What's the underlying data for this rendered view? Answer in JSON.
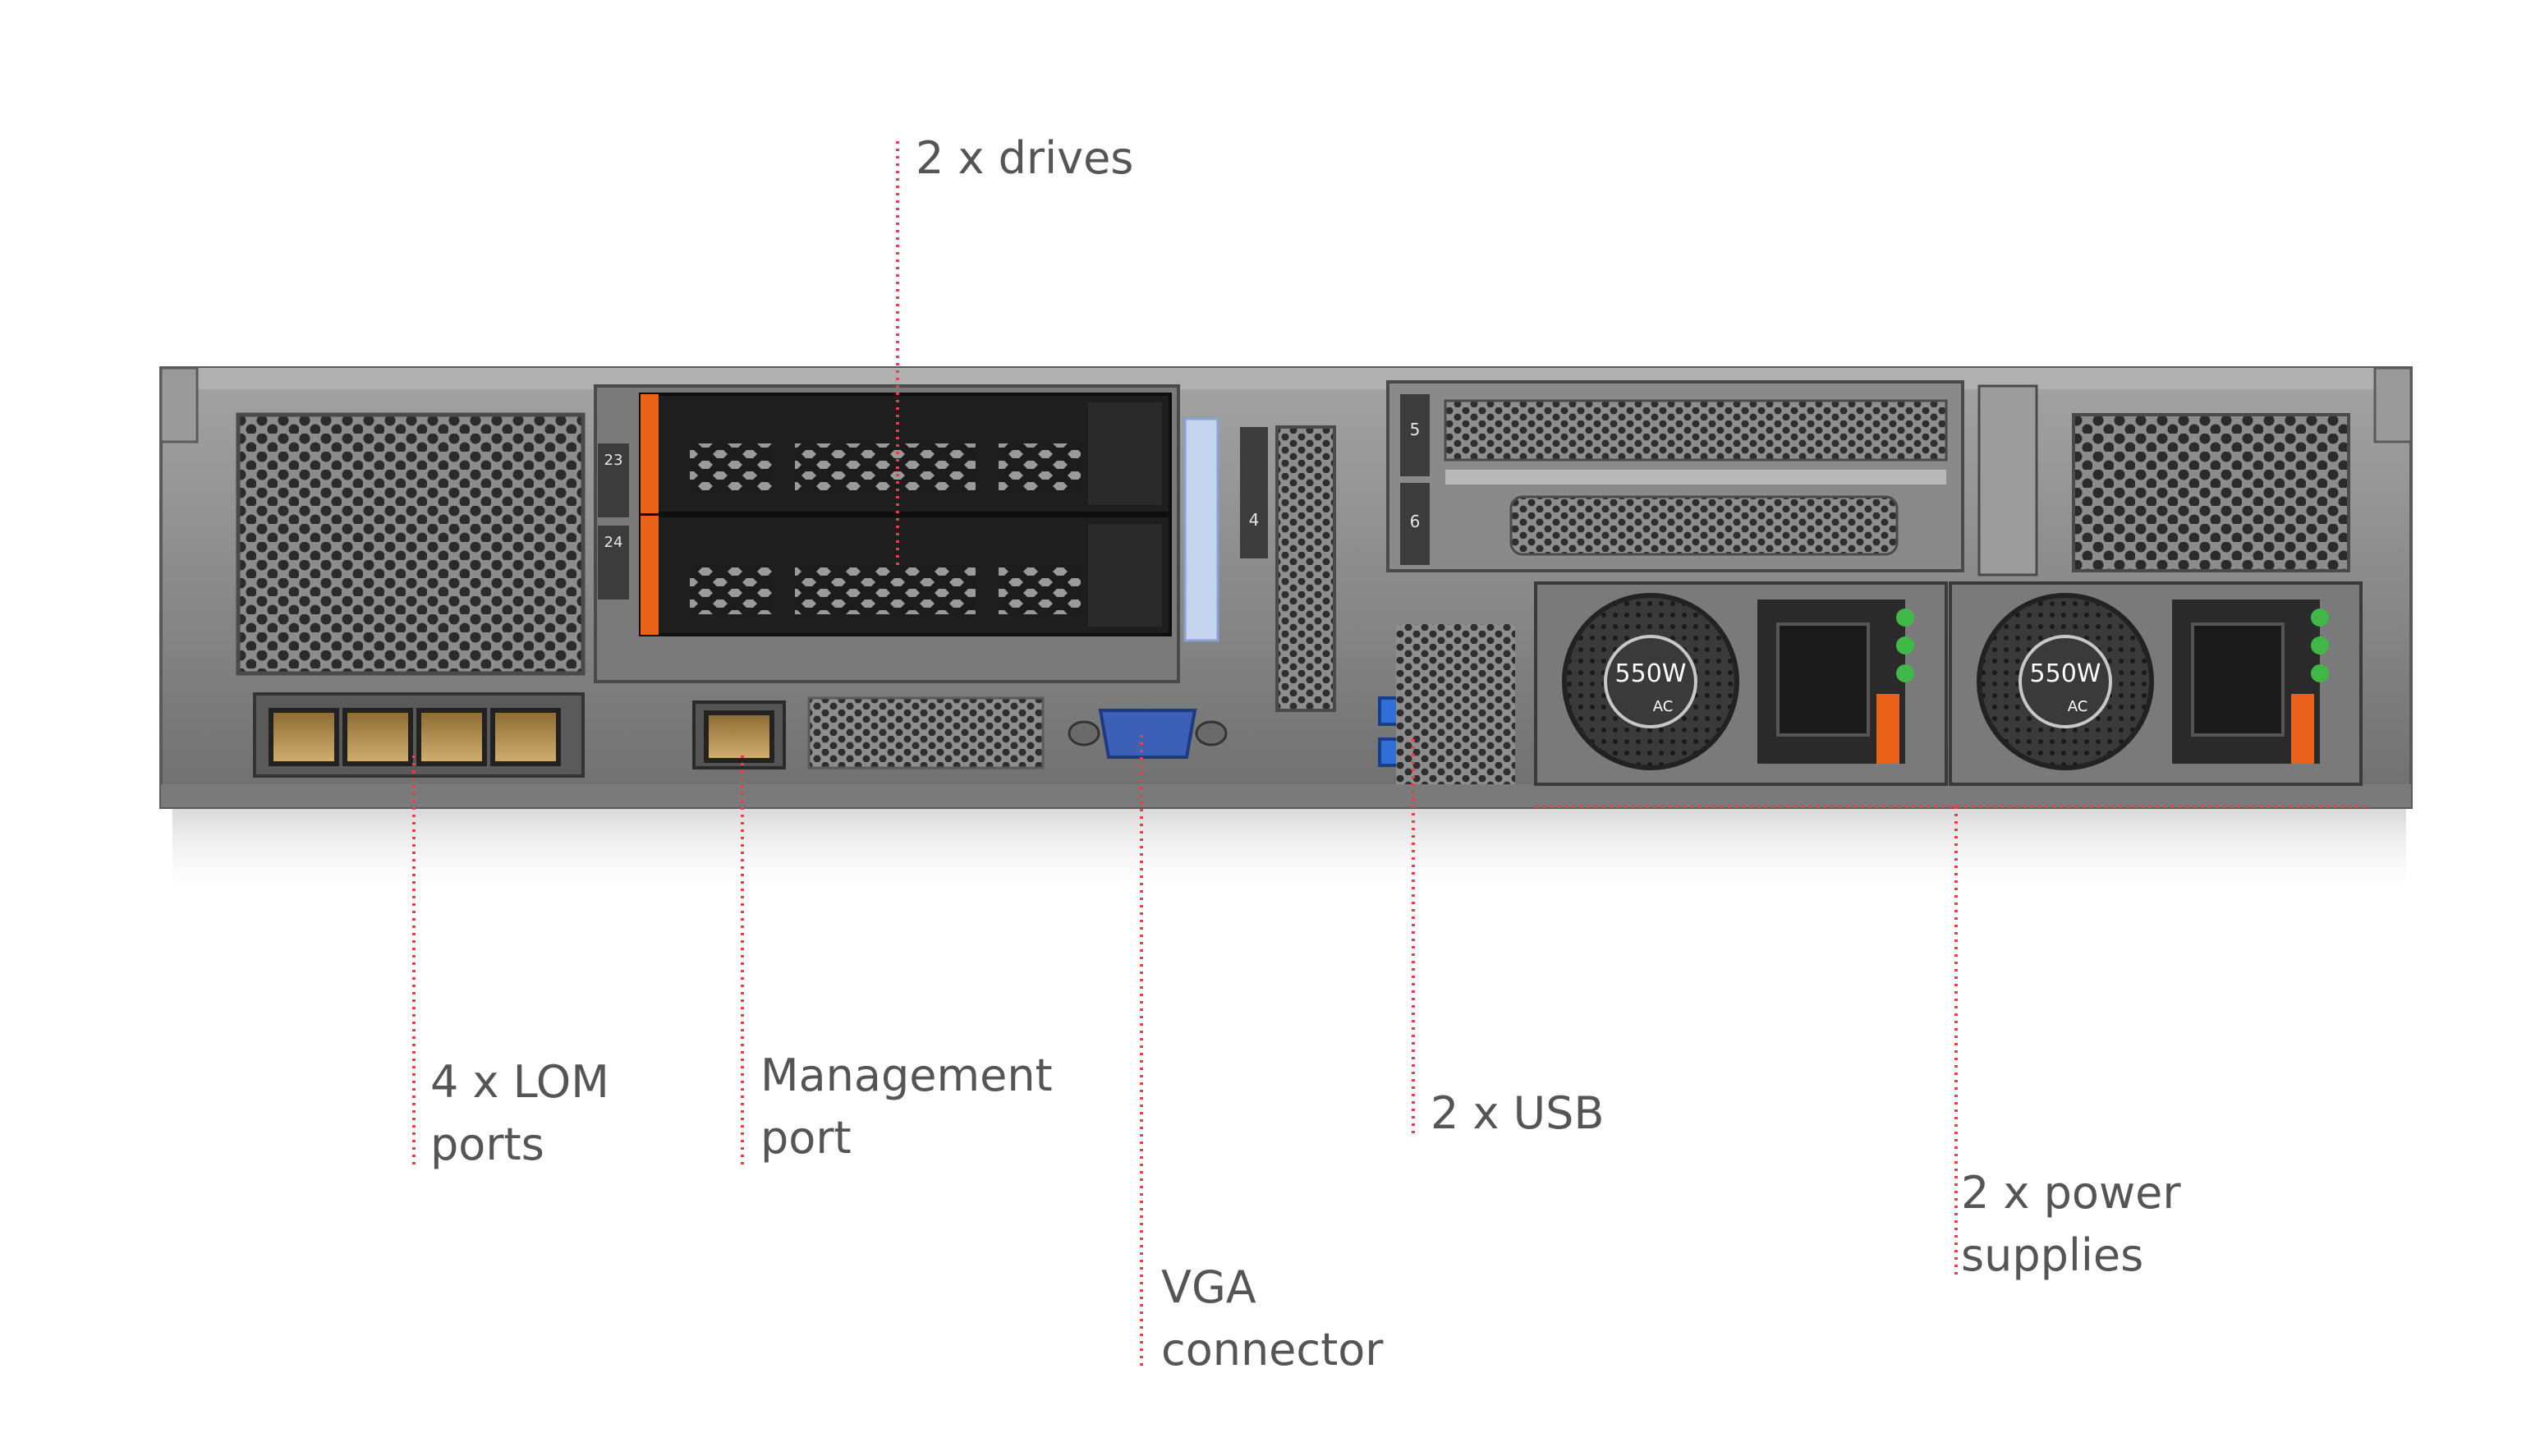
{
  "colors": {
    "accent": "#e8404a",
    "text": "#555555",
    "chassis": "#8a8a8a",
    "chassis_dark": "#4a4a4a",
    "bezel_black": "#1e1e1e",
    "orange_tab": "#e8621a",
    "usb_blue": "#2f6fd6",
    "vga_blue": "#3c5fb8",
    "led_green": "#3fb848",
    "rj45_copper": "#b08a4a"
  },
  "callouts": {
    "drives": {
      "lines": [
        "2 x drives"
      ]
    },
    "lom": {
      "lines": [
        "4 x LOM",
        "ports"
      ]
    },
    "mgmt": {
      "lines": [
        "Management",
        "port"
      ]
    },
    "vga": {
      "lines": [
        "VGA",
        "connector"
      ]
    },
    "usb": {
      "lines": [
        "2 x USB"
      ]
    },
    "psu": {
      "lines": [
        "2 x power",
        "supplies"
      ]
    }
  },
  "hardware": {
    "slot_labels": [
      "23",
      "24",
      "4",
      "5",
      "6"
    ],
    "psu_rating": "550W",
    "psu_input": "AC",
    "psu_count": 2,
    "lom_port_count": 4,
    "usb_port_count": 2
  }
}
